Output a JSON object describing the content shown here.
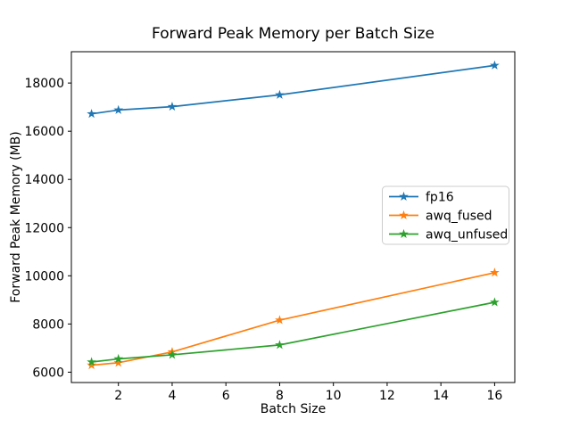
{
  "chart_data": {
    "type": "line",
    "title": "Forward Peak Memory per Batch Size",
    "xlabel": "Batch Size",
    "ylabel": "Forward Peak Memory (MB)",
    "x": [
      1,
      2,
      4,
      8,
      16
    ],
    "series": [
      {
        "name": "fp16",
        "color": "#1f77b4",
        "marker": "star",
        "values": [
          16720,
          16880,
          17020,
          17510,
          18730
        ]
      },
      {
        "name": "awq_fused",
        "color": "#ff7f0e",
        "marker": "star",
        "values": [
          6290,
          6390,
          6840,
          8160,
          10130
        ]
      },
      {
        "name": "awq_unfused",
        "color": "#2ca02c",
        "marker": "star",
        "values": [
          6420,
          6550,
          6720,
          7130,
          8900
        ]
      }
    ],
    "xticks": [
      2,
      4,
      6,
      8,
      10,
      12,
      14,
      16
    ],
    "yticks": [
      6000,
      8000,
      10000,
      12000,
      14000,
      16000,
      18000
    ],
    "xlim": [
      0.25,
      16.75
    ],
    "ylim": [
      5570,
      19300
    ],
    "grid": false,
    "legend": {
      "position": "center-right",
      "entries": [
        "fp16",
        "awq_fused",
        "awq_unfused"
      ]
    },
    "colors": {
      "background": "#ffffff",
      "spine": "#000000",
      "legend_border": "#cccccc",
      "legend_background": "#ffffff",
      "text": "#000000"
    }
  }
}
